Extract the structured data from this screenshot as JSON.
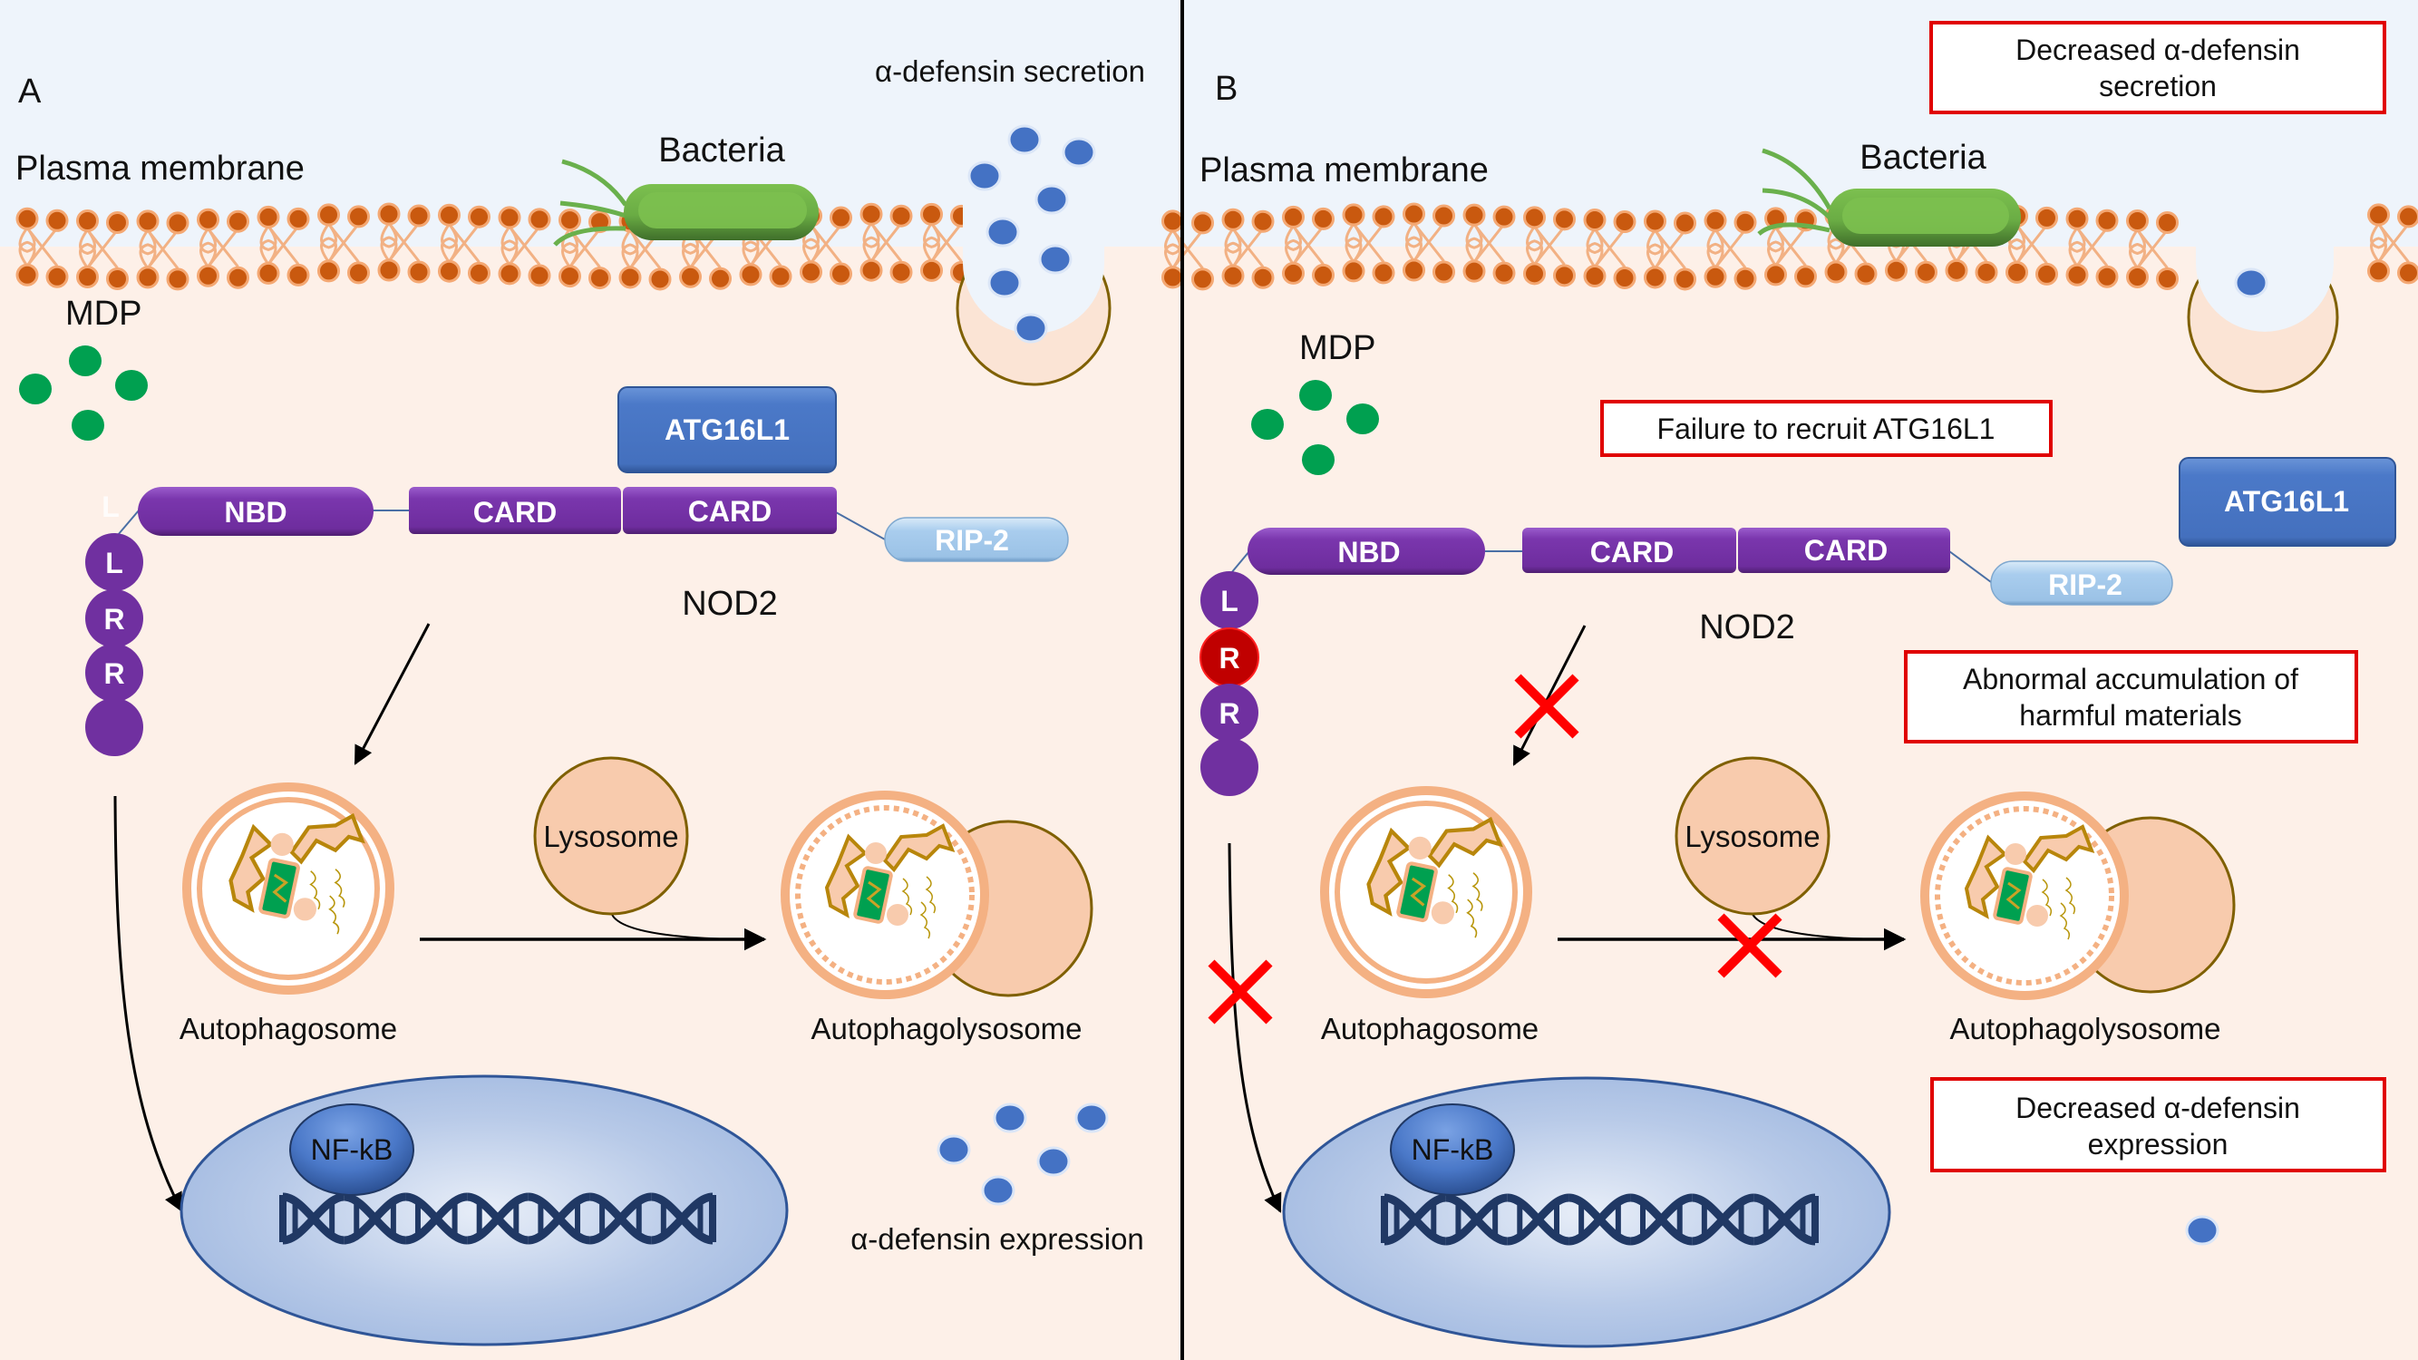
{
  "figure": {
    "panels": [
      {
        "id": "A",
        "letter": "A",
        "membrane_label": "Plasma membrane",
        "bacteria_label": "Bacteria",
        "secretion_label": "α-defensin secretion",
        "mdp_label": "MDP",
        "atg16l1_label": "ATG16L1",
        "nbd_label": "NBD",
        "card1_label": "CARD",
        "card2_label": "CARD",
        "rip2_label": "RIP-2",
        "nod2_label": "NOD2",
        "lrr_labels": [
          "L",
          "R",
          "R",
          ""
        ],
        "lrr_stray_label": "L",
        "lysosome_label": "Lysosome",
        "autophagosome_label": "Autophagosome",
        "autophagolysosome_label": "Autophagolysosome",
        "nfkb_label": "NF-kB",
        "expression_label": "α-defensin expression",
        "secreted_defensin_count": 8,
        "expressed_defensin_count": 5
      },
      {
        "id": "B",
        "letter": "B",
        "membrane_label": "Plasma membrane",
        "bacteria_label": "Bacteria",
        "mdp_label": "MDP",
        "atg16l1_label": "ATG16L1",
        "nbd_label": "NBD",
        "card1_label": "CARD",
        "card2_label": "CARD",
        "rip2_label": "RIP-2",
        "nod2_label": "NOD2",
        "lrr_labels": [
          "L",
          "R",
          "R",
          ""
        ],
        "mutated_lrr_index": 1,
        "lysosome_label": "Lysosome",
        "autophagosome_label": "Autophagosome",
        "autophagolysosome_label": "Autophagolysosome",
        "nfkb_label": "NF-kB",
        "secreted_defensin_count": 1,
        "expressed_defensin_count": 1,
        "callouts": {
          "secretion": [
            "Decreased α-defensin",
            "secretion"
          ],
          "recruit": [
            "Failure to recruit ATG16L1"
          ],
          "accumulation": [
            "Abnormal accumulation of",
            "harmful materials"
          ],
          "expression": [
            "Decreased α-defensin",
            "expression"
          ]
        },
        "blocked_steps": [
          "NOD2 to autophagosome",
          "lysosome fusion",
          "NF-kB signalling"
        ]
      }
    ],
    "colors": {
      "extracellular": "#eef4fb",
      "cytoplasm": "#fdf0e8",
      "lipid_head": "#c9590f",
      "lipid_tail": "#f2b184",
      "nod2_purple": "#7030a0",
      "mutation_red": "#c00000",
      "atg16l1_blue": "#4472c4",
      "rip2_light_blue": "#9dc3e6",
      "defensin_blue": "#4472c4",
      "mdp_green": "#00a050",
      "bacteria_green": "#6ab04c",
      "callout_red": "#e00000",
      "block_x_red": "#ff0000",
      "lysosome_fill": "#f8cbad",
      "vesicle_outline": "#7f6000",
      "nucleus_fill": "#b4c7e7",
      "dna_navy": "#203864"
    }
  }
}
